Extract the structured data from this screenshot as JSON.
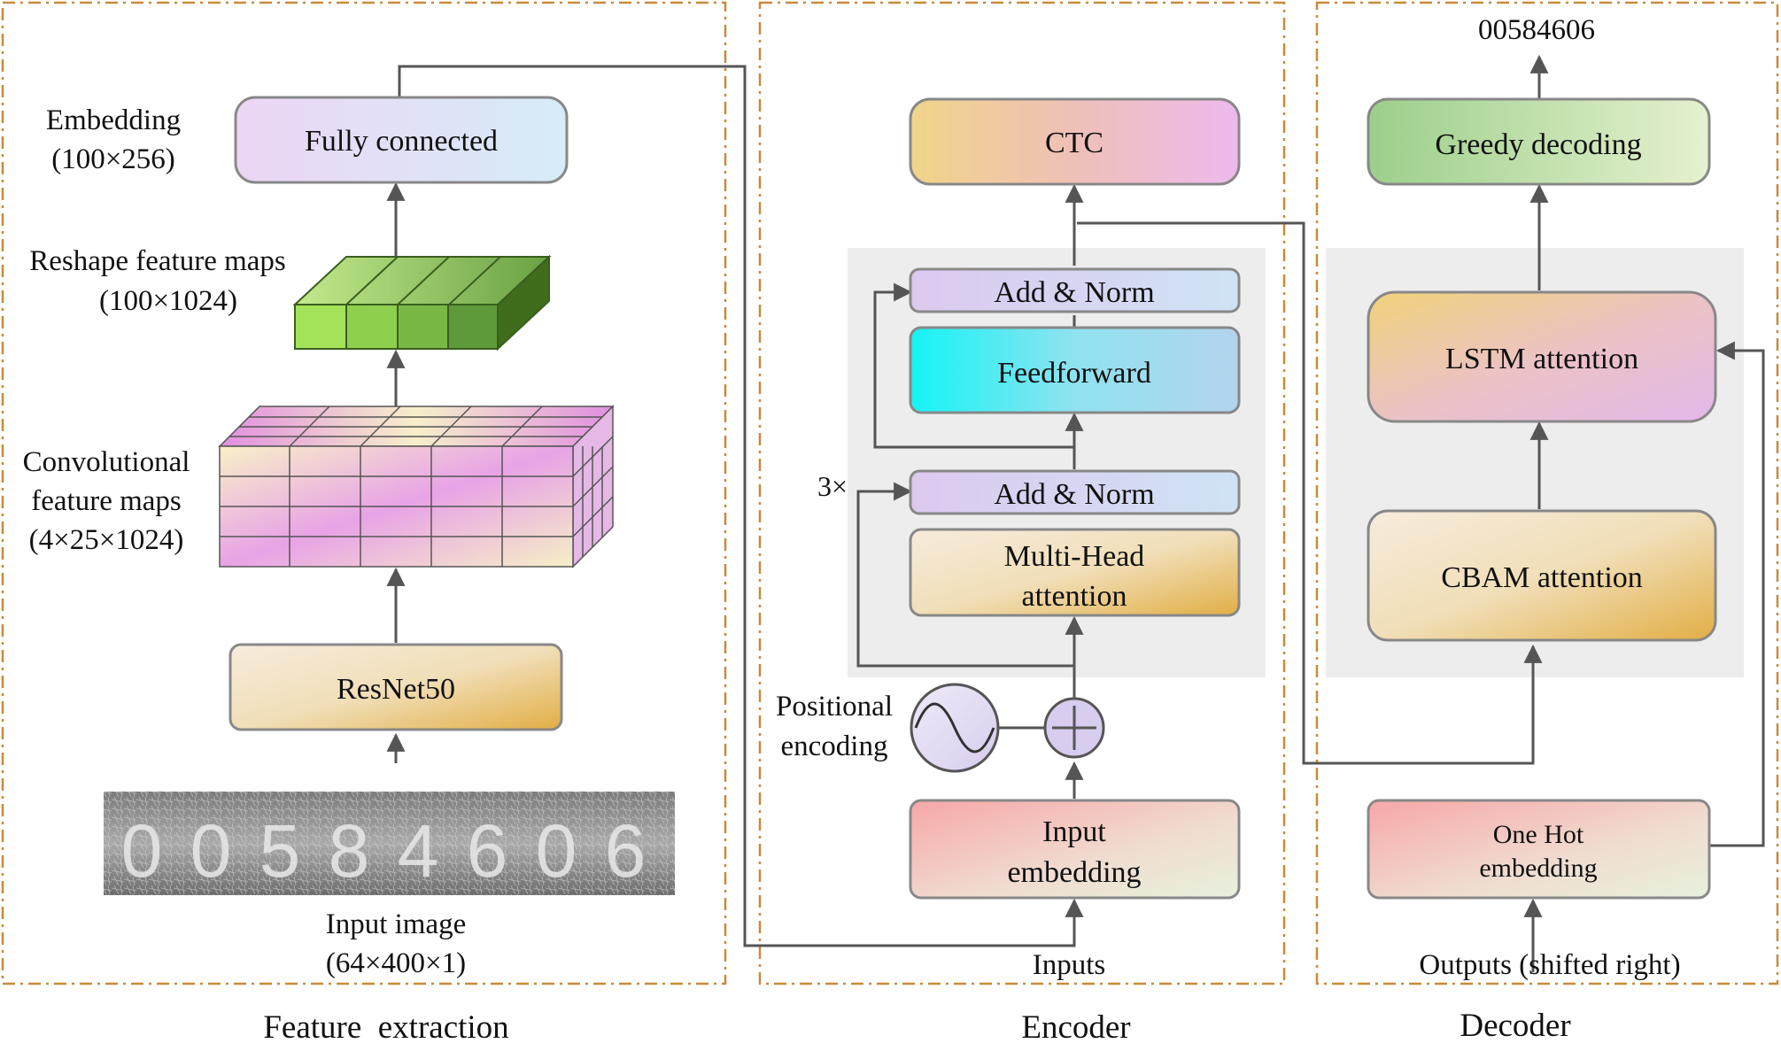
{
  "sections": {
    "feature_extraction": "Feature  extraction",
    "encoder": "Encoder",
    "decoder": "Decoder"
  },
  "feature_extraction": {
    "embedding_label": [
      "Embedding",
      "(100×256)"
    ],
    "fully_connected": "Fully connected",
    "reshape_label": [
      "Reshape feature maps",
      "(100×1024)"
    ],
    "conv_label": [
      "Convolutional",
      "feature maps",
      "(4×25×1024)"
    ],
    "resnet": "ResNet50",
    "input_image_label": [
      "Input image",
      "(64×400×1)"
    ],
    "input_image_digits": [
      "0",
      "0",
      "5",
      "8",
      "4",
      "6",
      "0",
      "6"
    ]
  },
  "encoder": {
    "ctc": "CTC",
    "add_norm_top": "Add & Norm",
    "feedforward": "Feedforward",
    "add_norm_bottom": "Add & Norm",
    "multi_head": [
      "Multi-Head",
      "attention"
    ],
    "repeat": "3×",
    "positional_encoding": [
      "Positional",
      "encoding"
    ],
    "input_embedding": [
      "Input",
      "embedding"
    ],
    "inputs": "Inputs"
  },
  "decoder": {
    "output_value": "00584606",
    "greedy": "Greedy decoding",
    "lstm": "LSTM attention",
    "cbam": "CBAM attention",
    "one_hot": [
      "One Hot",
      "embedding"
    ],
    "outputs": "Outputs (shifted right)"
  },
  "colors": {
    "frame": "#c98a3a",
    "arrow": "#555555",
    "shade": "#ededed",
    "box_stroke": "#777777",
    "green_dark": "#4a7a1e",
    "green_light": "#a7e05a"
  }
}
